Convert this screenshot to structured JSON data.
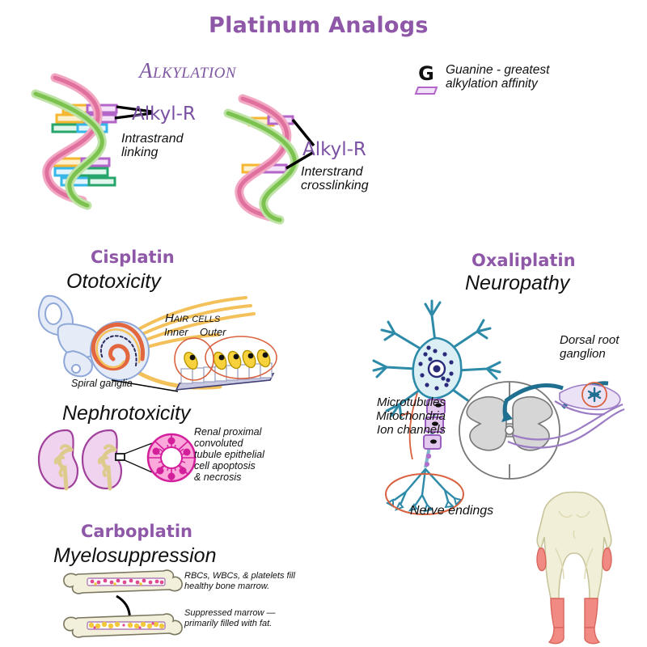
{
  "page": {
    "title": "Platinum Analogs",
    "background": "#ffffff",
    "accent_purple": "#8e57a8",
    "text_black": "#101010"
  },
  "alkylation": {
    "heading": "Alkylation",
    "left_diagram": {
      "label": "Alkyl-R",
      "caption": "Intrastrand\nlinking",
      "strand_colors": [
        "#e0719e",
        "#7cc24f"
      ],
      "rung_colors": [
        "#f5b731",
        "#b466c8",
        "#27a56a",
        "#37b6e8"
      ]
    },
    "right_diagram": {
      "label": "Alkyl-R",
      "caption": "Interstrand\ncrosslinking",
      "strand_colors": [
        "#e0719e",
        "#7cc24f"
      ],
      "rung_colors": [
        "#f5b731",
        "#b466c8"
      ]
    },
    "legend": {
      "symbol": "G",
      "swatch_color": "#b466c8",
      "text": "Guanine - greatest\nalkylation affinity"
    }
  },
  "cisplatin": {
    "drug": "Cisplatin",
    "effect_1": "Ototoxicity",
    "ear_labels": {
      "hair_cells": "Hair cells",
      "inner": "Inner",
      "outer": "Outer",
      "spiral_ganglia": "Spiral ganglia"
    },
    "effect_2": "Nephrotoxicity",
    "kidney_caption": "Renal proximal\nconvoluted\ntubule epithelial\ncell apoptosis\n& necrosis",
    "colors": {
      "ear_blue": "#8fa8d8",
      "cochlea_orange": "#e2673f",
      "nerve_yellow": "#f3c05a",
      "kidney_pink": "#f0d4ef",
      "kidney_outline": "#a0429b",
      "cell_magenta": "#e946b4"
    }
  },
  "carboplatin": {
    "drug": "Carboplatin",
    "effect": "Myelosuppression",
    "caption_healthy": "RBCs, WBCs, & platelets fill\nhealthy bone marrow.",
    "caption_suppressed": "Suppressed marrow —\nprimarily filled with fat.",
    "colors": {
      "bone": "#f2efda",
      "marrow_red": "#e0498f",
      "fat_yellow": "#f2c83c"
    }
  },
  "oxaliplatin": {
    "drug": "Oxaliplatin",
    "effect": "Neuropathy",
    "labels": {
      "dorsal_root_ganglion": "Dorsal root\nganglion",
      "targets": "Microtubules\nMitochondria\nIon channels",
      "nerve_endings": "Nerve endings"
    },
    "colors": {
      "neuron_teal": "#2d8aa8",
      "neuron_fill": "#dbeff5",
      "nucleus_navy": "#2a2a7a",
      "axon_purple": "#c49cd8",
      "cord_gray": "#d6d6d6",
      "tract_purple": "#9b7bc4",
      "circle_orange": "#d9613f",
      "body_skin": "#f2efd8",
      "body_affected": "#f08a82"
    }
  }
}
